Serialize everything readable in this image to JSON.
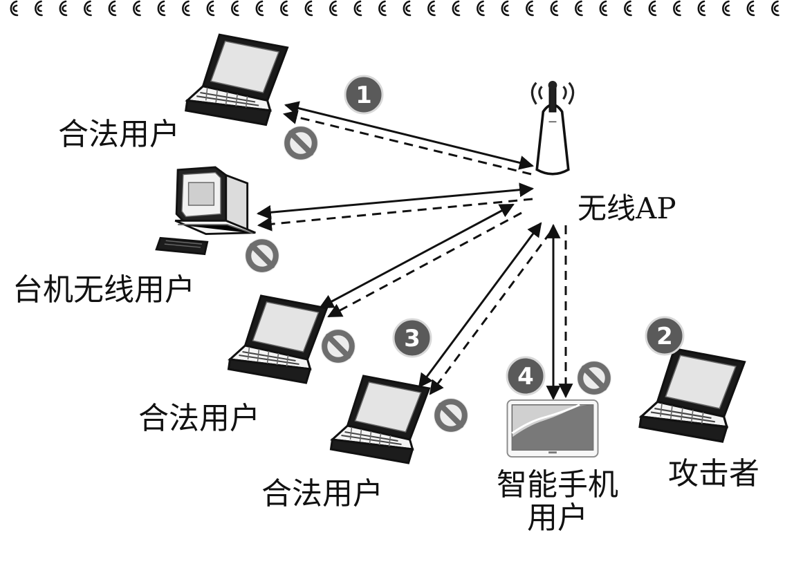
{
  "labels": {
    "legit_user_1": "合法用户",
    "desktop_user": "台机无线用户",
    "wireless_ap": "无线AP",
    "legit_user_2": "合法用户",
    "legit_user_3": "合法用户",
    "smartphone_user_line1": "智能手机",
    "smartphone_user_line2": "用户",
    "attacker": "攻击者"
  },
  "badges": {
    "badge_1": "1",
    "badge_2": "2",
    "badge_3": "3",
    "badge_4": "4"
  },
  "icons": {
    "laptop": "laptop-icon",
    "desktop": "desktop-computer-icon",
    "ap": "wireless-ap-icon",
    "phone": "smartphone-icon",
    "blocked": "no-entry-icon"
  },
  "colors": {
    "line": "#111111",
    "badge": "#555555",
    "blocked_sign": "#6f6f6f",
    "device_dark": "#1d1d1d",
    "device_light": "#ffffff"
  }
}
